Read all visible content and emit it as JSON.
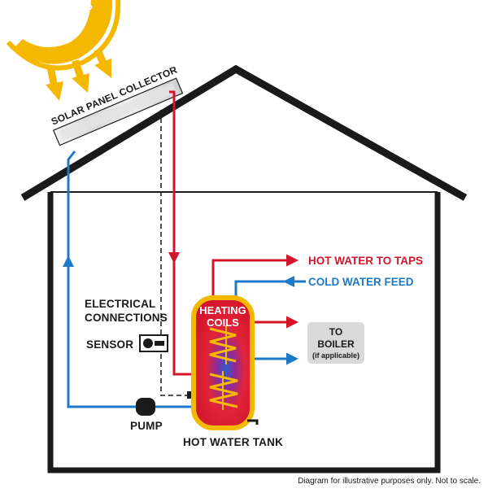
{
  "sun": {
    "label": "SUN RAYS"
  },
  "collector": {
    "label": "SOLAR PANEL COLLECTOR"
  },
  "labels": {
    "hot_water_to_taps": "HOT WATER TO TAPS",
    "cold_water_feed": "COLD WATER FEED",
    "electrical_line1": "ELECTRICAL",
    "electrical_line2": "CONNECTIONS",
    "sensor": "SENSOR",
    "pump": "PUMP",
    "heating_line1": "HEATING",
    "heating_line2": "COILS",
    "hot_water_tank": "HOT WATER TANK",
    "boiler_line1": "TO",
    "boiler_line2": "BOILER",
    "boiler_line3": "(if applicable)"
  },
  "footnote": "Diagram for illustrative purposes only. Not to scale.",
  "colors": {
    "hot_pipe": "#d3142a",
    "cold_pipe": "#1e78c8",
    "house_outline": "#1a1a1a",
    "sun": "#f5b800",
    "tank_border": "#f5b800",
    "boiler_box": "#d9d9d9"
  }
}
